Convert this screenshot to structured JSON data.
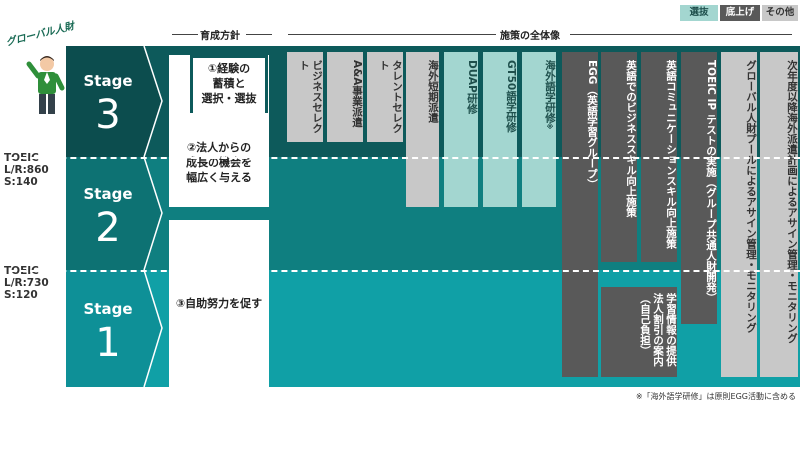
{
  "legend": {
    "select": "選抜",
    "raise": "底上げ",
    "other": "その他"
  },
  "headers": {
    "left": "育成方針",
    "right": "施策の全体像"
  },
  "global_label": "グローバル人財",
  "stages": [
    {
      "label": "Stage",
      "num": "3"
    },
    {
      "label": "Stage",
      "num": "2"
    },
    {
      "label": "Stage",
      "num": "1"
    }
  ],
  "toeic": [
    {
      "l1": "TOEIC",
      "l2": "L/R:860",
      "l3": "S:140"
    },
    {
      "l1": "TOEIC",
      "l2": "L/R:730",
      "l3": "S:120"
    }
  ],
  "policies": {
    "p1": "①経験の\n蓄積と\n選択・選抜",
    "p2": "②法人からの\n成長の機会を\n幅広く与える",
    "p3": "③自助努力を促す"
  },
  "measures": [
    {
      "text": "ビジネスセレクト",
      "color": "gray"
    },
    {
      "text": "A&A事業派遣",
      "color": "gray"
    },
    {
      "text": "タレントセレクト",
      "color": "gray"
    },
    {
      "text": "海外短期派遣",
      "color": "gray"
    },
    {
      "text": "DUAP研修",
      "color": "teal"
    },
    {
      "text": "GT50語学研修",
      "color": "teal"
    },
    {
      "text": "海外語学研修",
      "mark": "※",
      "color": "teal"
    },
    {
      "text": "EGG（英語学習グループ）",
      "color": "dark"
    },
    {
      "text": "英語でのビジネススキル向上施策",
      "color": "dark"
    },
    {
      "text": "英語コミュニケーションスキル向上施策",
      "color": "dark"
    },
    {
      "text": "学習情報の提供 法人割引の案内",
      "sub": "（自己負担）",
      "color": "dark"
    },
    {
      "text": "TOEIC IP テストの実施（グループ共通人財開発）",
      "color": "dark"
    },
    {
      "text": "グローバル人財プールによるアサイン管理・モニタリング",
      "color": "gray"
    },
    {
      "text": "次年度以降海外派遣計画によるアサイン管理・モニタリング",
      "color": "gray"
    }
  ],
  "footnote": "※「海外語学研修」は原則EGG活動に含める",
  "colors": {
    "stage3": "#0d5a5b",
    "stage2": "#0f7f80",
    "stage1": "#10a0a6",
    "chevron": "#0c4d4e"
  }
}
